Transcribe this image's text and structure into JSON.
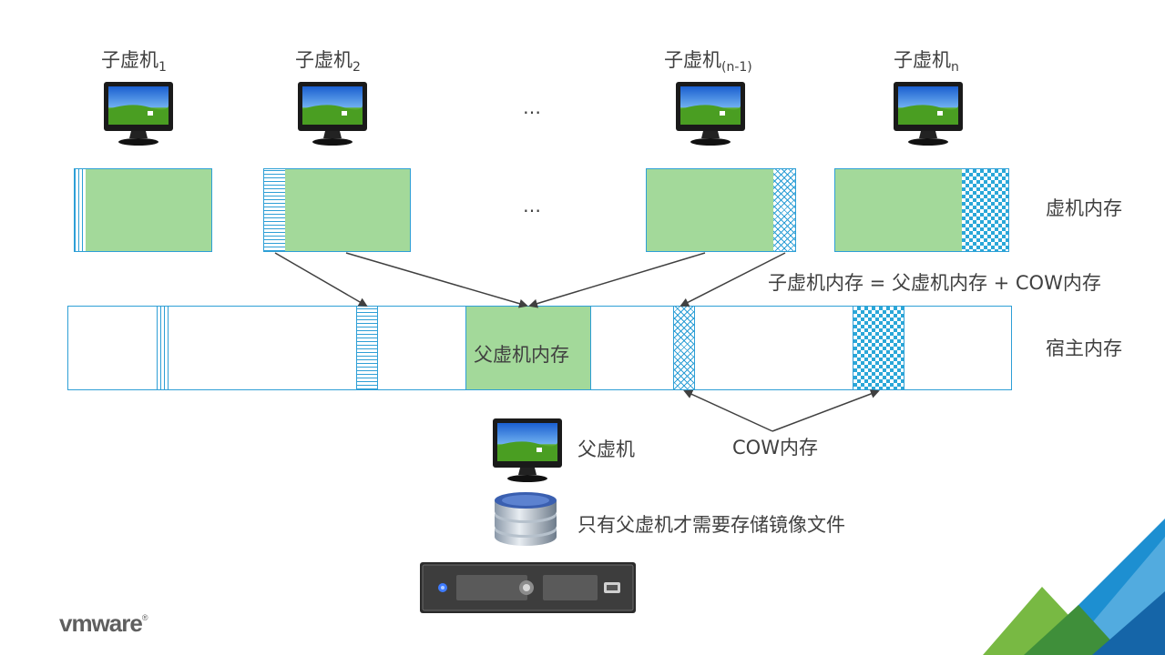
{
  "child_vms": [
    {
      "name": "子虚机",
      "sub": "1"
    },
    {
      "name": "子虚机",
      "sub": "2"
    },
    {
      "name": "子虚机",
      "sub": "(n-1)"
    },
    {
      "name": "子虚机",
      "sub": "n"
    }
  ],
  "ellipsis": "…",
  "labels": {
    "vm_memory": "虚机内存",
    "formula": "子虚机内存 = 父虚机内存 + COW内存",
    "host_memory": "宿主内存",
    "parent_memory": "父虚机内存",
    "cow_memory": "COW内存",
    "parent_vm": "父虚机",
    "storage_note": "只有父虚机才需要存储镜像文件"
  },
  "brand": {
    "logo_text": "vmware",
    "registered": "®"
  },
  "colors": {
    "memory_green": "#a3d99a",
    "border_blue": "#2e9fd6",
    "text_gray": "#404040",
    "corner_green": "#78b943",
    "corner_blue": "#1d8fd1"
  },
  "icons": [
    "monitor-icon",
    "database-icon",
    "server-icon"
  ]
}
